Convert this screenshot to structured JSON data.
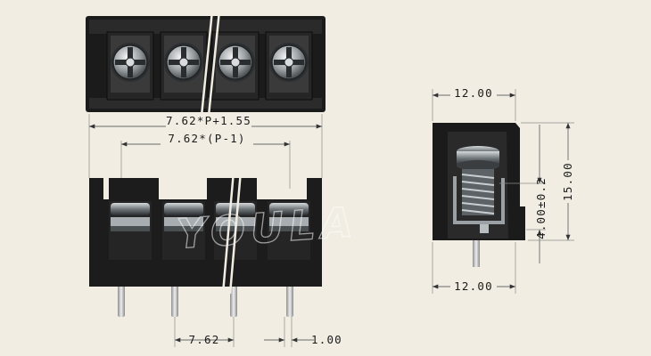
{
  "dimensions": {
    "overall_length": "7.62*P+1.55",
    "pin_span": "7.62*(P-1)",
    "pitch": "7.62",
    "pin_width": "1.00",
    "side_top_width": "12.00",
    "side_bottom_width": "12.00",
    "height_total": "15.00",
    "screw_height": "4.00±0.2"
  },
  "watermark": "YOULA",
  "colors": {
    "background": "#f1ede2",
    "housing": "#1a1a1a",
    "dimension_line": "#6a6a6a",
    "text": "#1c1c1c",
    "pin": "#c9c9c9"
  }
}
